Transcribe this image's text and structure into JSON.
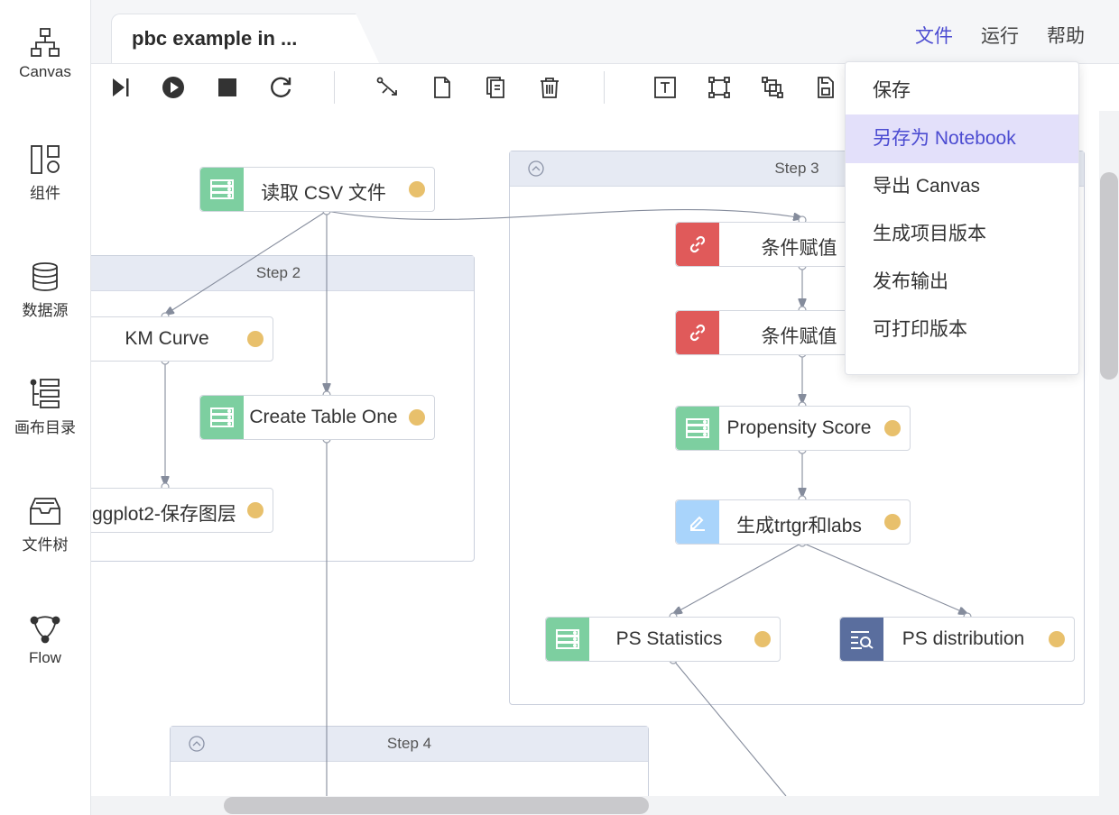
{
  "sidebar": {
    "items": [
      {
        "label": "Canvas",
        "icon": "sitemap-icon"
      },
      {
        "label": "组件",
        "icon": "components-icon"
      },
      {
        "label": "数据源",
        "icon": "database-icon"
      },
      {
        "label": "画布目录",
        "icon": "tree-list-icon"
      },
      {
        "label": "文件树",
        "icon": "inbox-icon"
      },
      {
        "label": "Flow",
        "icon": "flow-icon"
      }
    ]
  },
  "tab": {
    "title": "pbc example in ..."
  },
  "menu": {
    "file": "文件",
    "run": "运行",
    "help": "帮助"
  },
  "file_menu": {
    "items": [
      "保存",
      "另存为 Notebook",
      "导出 Canvas",
      "生成项目版本",
      "发布输出",
      "可打印版本"
    ],
    "highlighted": "另存为 Notebook"
  },
  "groups": {
    "step2": "Step 2",
    "step3": "Step 3",
    "step4": "Step 4"
  },
  "nodes": {
    "read_csv": "读取 CSV 文件",
    "km_curve": "KM Curve",
    "create_table": "Create Table One",
    "ggplot": "ggplot2-保存图层",
    "cond1": "条件赋值",
    "cond2": "条件赋值",
    "propensity": "Propensity Score",
    "trtgr": "生成trtgr和labs",
    "ps_stats": "PS Statistics",
    "ps_dist": "PS distribution"
  },
  "colors": {
    "accent": "#4b4bd1",
    "table_node": "#7dcfa0",
    "link_node": "#e05a5a",
    "edit_node": "#a9d4fb",
    "search_node": "#5a6e9e",
    "status_dot": "#e8c06c"
  }
}
